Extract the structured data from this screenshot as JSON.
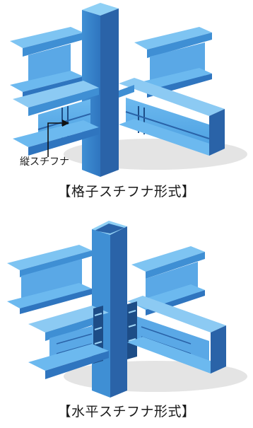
{
  "figures": [
    {
      "caption": "【格子スチフナ形式】",
      "callout": "縦スチフナ"
    },
    {
      "caption": "【水平スチフナ形式】"
    }
  ],
  "colors": {
    "steel_light": "#64b3ee",
    "steel_mid": "#3f8fd4",
    "steel_dark": "#2a63a8",
    "steel_shadow": "#1d4d87",
    "ground_shadow": "#dcdcdc"
  }
}
